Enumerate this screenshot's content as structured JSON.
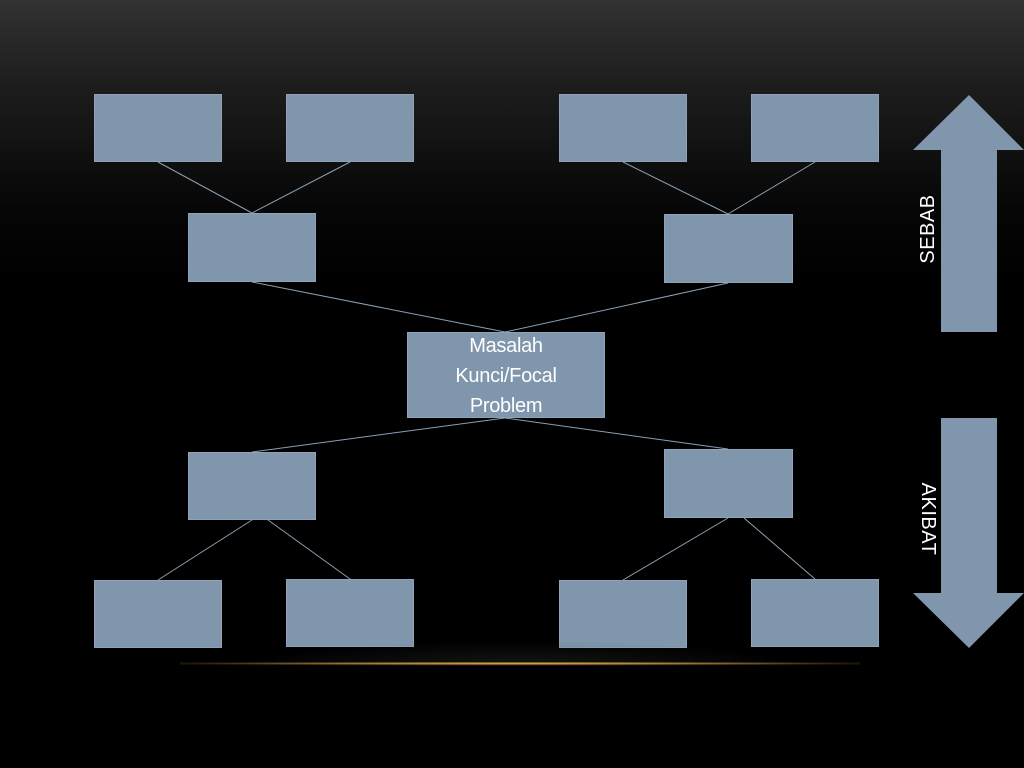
{
  "focal_problem": {
    "label": "Masalah Kunci/Focal Problem"
  },
  "arrows": {
    "up_label": "SEBAB",
    "down_label": "AKIBAT"
  },
  "colors": {
    "box_fill": "#7f96ad",
    "connector": "#8aa0b4",
    "background": "#000000",
    "accent_line": "#e3b25a"
  }
}
